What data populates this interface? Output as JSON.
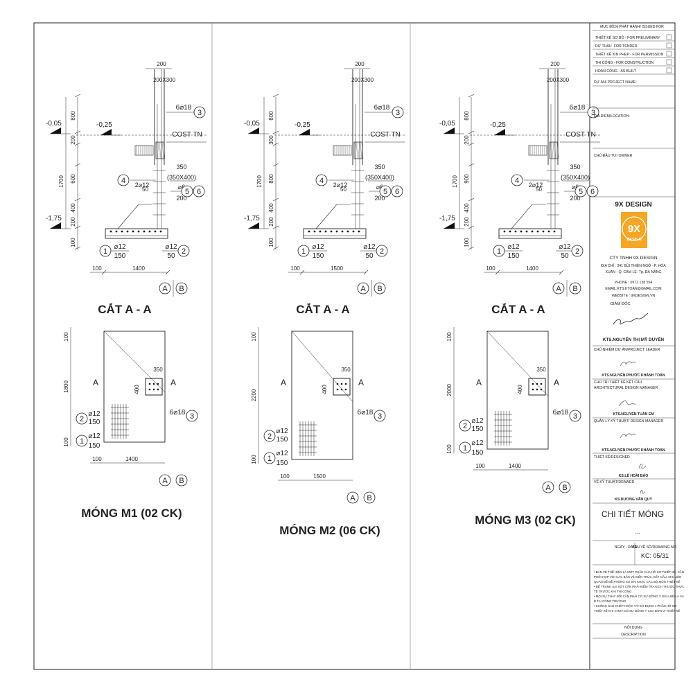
{
  "panels": [
    {
      "section_title": "CẮT A - A",
      "plan_title": "MÓNG M1 (02 CK)",
      "col_top": "200",
      "col_size": "200X300",
      "bar3": "6⌀18",
      "num3": "3",
      "lvl_top": "-0,05",
      "lvl_mid": "-0,25",
      "lvl_bot": "-1,75",
      "cost": "COST TN",
      "dims_v": [
        "800",
        "200",
        "600",
        "400",
        "200",
        "100"
      ],
      "dim_total": "1700",
      "stirrup_a": "350",
      "stirrup_b": "(350X400)",
      "stirrup_bar": "⌀6",
      "stirrup_sp": "200",
      "bar4": "2⌀12",
      "num4": "4",
      "cover": "50",
      "num5": "5",
      "num6": "6",
      "bar1": "⌀12",
      "bar1_sp": "150",
      "num1": "1",
      "bar2": "⌀12",
      "bar2_sp": "50",
      "num2": "2",
      "width_a": "100",
      "width_b": "1400",
      "grid_a": "A",
      "grid_b": "B",
      "plan_h1": "100",
      "plan_h2": "1800",
      "plan_h3": "100",
      "plan_col_w": "350",
      "plan_col_h": "400",
      "plan_A": "A",
      "plan_bar3": "6⌀18",
      "plan_num3": "3",
      "plan_bar2": "⌀12",
      "plan_bar2_sp": "150",
      "plan_num2": "2",
      "plan_bar1": "⌀12",
      "plan_bar1_sp": "150",
      "plan_num1": "1",
      "plan_w_a": "100",
      "plan_w_b": "1400"
    },
    {
      "section_title": "CẮT A - A",
      "plan_title": "MÓNG M2 (06 CK)",
      "col_top": "200",
      "col_size": "200X300",
      "bar3": "6⌀18",
      "num3": "3",
      "lvl_top": "-0,05",
      "lvl_mid": "-0,25",
      "lvl_bot": "-1,75",
      "cost": "COST TN",
      "dims_v": [
        "800",
        "300",
        "800",
        "400",
        "200",
        "100"
      ],
      "dim_total": "1700",
      "stirrup_a": "350",
      "stirrup_b": "(350X400)",
      "stirrup_bar": "⌀6",
      "stirrup_sp": "200",
      "bar4": "2⌀12",
      "num4": "4",
      "cover": "50",
      "num5": "5",
      "num6": "6",
      "bar1": "⌀12",
      "bar1_sp": "150",
      "num1": "1",
      "bar2": "⌀12",
      "bar2_sp": "50",
      "num2": "2",
      "width_a": "100",
      "width_b": "1500",
      "grid_a": "A",
      "grid_b": "B",
      "plan_h1": "100",
      "plan_h2": "2200",
      "plan_h3": "100",
      "plan_col_w": "350",
      "plan_col_h": "400",
      "plan_A": "A",
      "plan_bar3": "6⌀18",
      "plan_num3": "3",
      "plan_bar2": "⌀12",
      "plan_bar2_sp": "150",
      "plan_num2": "2",
      "plan_bar1": "⌀12",
      "plan_bar1_sp": "150",
      "plan_num1": "1",
      "plan_w_a": "100",
      "plan_w_b": "1500"
    },
    {
      "section_title": "CẮT A - A",
      "plan_title": "MÓNG M3 (02 CK)",
      "col_top": "200",
      "col_size": "200X300",
      "bar3": "6⌀18",
      "num3": "3",
      "lvl_top": "-0,05",
      "lvl_mid": "-0,25",
      "lvl_bot": "-1,75",
      "cost": "COST TN",
      "dims_v": [
        "800",
        "200",
        "900",
        "400",
        "200",
        "100"
      ],
      "dim_total": "1700",
      "stirrup_a": "350",
      "stirrup_b": "(350X400)",
      "stirrup_bar": "⌀6",
      "stirrup_sp": "200",
      "bar4": "2⌀12",
      "num4": "4",
      "cover": "50",
      "num5": "5",
      "num6": "6",
      "bar1": "⌀12",
      "bar1_sp": "150",
      "num1": "1",
      "bar2": "⌀12",
      "bar2_sp": "50",
      "num2": "2",
      "width_a": "100",
      "width_b": "1400",
      "grid_a": "A",
      "grid_b": "B",
      "plan_h1": "100",
      "plan_h2": "2000",
      "plan_h3": "100",
      "plan_col_w": "350",
      "plan_col_h": "400",
      "plan_A": "A",
      "plan_bar3": "6⌀18",
      "plan_num3": "3",
      "plan_bar2": "⌀12",
      "plan_bar2_sp": "150",
      "plan_num2": "2",
      "plan_bar1": "⌀12",
      "plan_bar1_sp": "150",
      "plan_num1": "1",
      "plan_w_a": "100",
      "plan_w_b": "1400"
    }
  ],
  "title_block": {
    "issued_header": "MỤC ĐÍCH PHÁT HÀNH/ ISSUED FOR",
    "issued_items": [
      "THIẾT KẾ SƠ BỘ - FOR PRELIMINARY",
      "DỰ THẦU -FOR TENDER",
      "THIẾT KẾ XIN PHÉP - FOR PERMISSION",
      "THI CÔNG - FOR CONSTRUCTION",
      "HOÀN CÔNG - AS BUILT"
    ],
    "project_label": "DỰ ÁN/ PROJECT NAME:",
    "location_label": "ĐỊA ĐIỂM/LOCATION:",
    "owner_label": "CHỦ ĐẦU TƯ/ OWNER",
    "company_heading": "9X DESIGN",
    "logo_big": "9X",
    "logo_small": "DESIGN",
    "company_name": "CTY TNHH 9X DESIGN",
    "address_1": "ĐỊA CHỈ : 341 BÙI THIỆN NGỘ - P. HÒA",
    "address_2": "XUÂN - Q. CẨM LỆ- Tp. ĐÀ NẴNG",
    "phone": "PHONE : 0972 138 554",
    "email": "EMAIL:KTS.KTOAN@GMAIL.COM",
    "website": "WEBSITE : 9XDESIGN.VN",
    "director_label": "GIÁM ĐỐC",
    "director_name": "KTS.NGUYỄN THỊ MỸ DUYÊN",
    "leader_label": "CHỦ NHIỆM DỰ ÁN/PROJECT LEADER",
    "leader_name": "KTS.NGUYỄN PHƯỚC KHÁNH TOÀN",
    "arch_label_1": "CHỦ TRÌ THIẾT KẾ KẾT CẤU",
    "arch_label_2": "ARCHITECTURAL DESIGN MANAGER",
    "arch_name": "KTS.NGUYỄN TUẤN EM",
    "tech_label": "QUẢN LÝ KỸ THUẬT/ DESIGN MANAGER",
    "tech_name": "KTS.NGUYỄN PHƯỚC KHÁNH TOÀN",
    "designed_label": "THIẾT KẾ/DESIGNED",
    "designed_name": "KS.LÊ HOÀI BẢO",
    "drawn_label": "VẼ KỸ THUẬT/DRAWED",
    "drawn_name": "KS.DƯƠNG VĂN QUÝ",
    "drawing_title": "CHI TIẾT MÓNG",
    "ellipsis": "...",
    "date_label": "NGÀY - DATE",
    "drawing_no_label": "BẢN VẼ SỐ/DRAWING NO",
    "drawing_no": "KC: 05/31",
    "notes": [
      "• BẢN VẼ THỂ HIỆN LÀ MỘT PHẦN CỦA HỒ SƠ THIẾT KẾ, CẦN",
      "PHỐI HỢP VỚI CÁC BẢN VẼ KIẾN TRÚC, KẾT CẤU, M-E LIÊN",
      "QUAN ĐỂ ĐỀ PHÒNG SỰ SAI KHÁC CÁC BỘ MÔN THIẾT KẾ",
      "• ĐỂ TRÁNH SAI SÓT CẦN PHẢI KIỂM TRA KÍCH THƯỚC THỰC",
      "TẾ TRƯỚC KHI THI CÔNG",
      "• MỌI SỰ THAY ĐỔI CẦN PHẢI CÓ SỰ ĐỒNG Ý GIỮA BÊN A VÀ",
      "B TẠI CÔNG TRƯỜNG",
      "• KHÔNG SAO CHÉP HOẶC TÁI SỬ DỤNG 1 PHẦN HỒ SƠ",
      "THIẾT KẾ KHI CHƯA CÓ SỰ ĐỒNG Ý CỦA ĐƠN VỊ THIẾT KẾ"
    ],
    "content_label": "NỘI DUNG",
    "description_label": "DESCRIPTION"
  },
  "colors": {
    "logo_orange": "#f5a623"
  }
}
